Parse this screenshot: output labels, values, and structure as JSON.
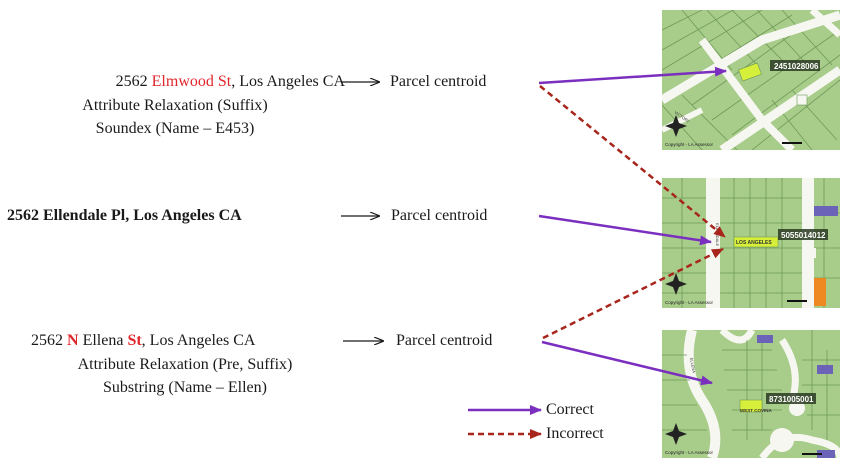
{
  "colors": {
    "correct_arrow": "#7b2fbf",
    "incorrect_arrow": "#a8251c",
    "map_green": "#a8cc8a",
    "road": "#f7f7f2",
    "highlight_parcel": "#d6ef3a",
    "highlight_text": "#ff2020"
  },
  "rows": [
    {
      "address_prefix": "2562 ",
      "address_highlight": "Elmwood St",
      "address_suffix": ", Los Angeles CA",
      "line2": "Attribute Relaxation (Suffix)",
      "line3": "Soundex (Name – E453)",
      "result": "Parcel centroid"
    },
    {
      "address": "2562 Ellendale Pl, Los Angeles CA",
      "result": "Parcel centroid"
    },
    {
      "address_prefix": "2562 ",
      "address_hl1": "N",
      "address_mid": " Ellena ",
      "address_hl2": "St",
      "address_suffix": ", Los Angeles CA",
      "line2": "Attribute Relaxation (Pre, Suffix)",
      "line3": "Substring (Name – Ellen)",
      "result": "Parcel centroid"
    }
  ],
  "maps": [
    {
      "parcel_id": "2451028006",
      "copyright": "Copyright - LA Assessor",
      "street_label": "VICTORY"
    },
    {
      "parcel_id": "5055014012",
      "copyright": "Copyright - LA Assessor",
      "street_label": "ELLENDALE",
      "area_label": "LOS ANGELES"
    },
    {
      "parcel_id": "8731005001",
      "copyright": "Copyright - LA Assessor",
      "street_label": "ELLENA",
      "area_label": "WEST COVINA"
    }
  ],
  "legend": {
    "correct": "Correct",
    "incorrect": "Incorrect"
  }
}
